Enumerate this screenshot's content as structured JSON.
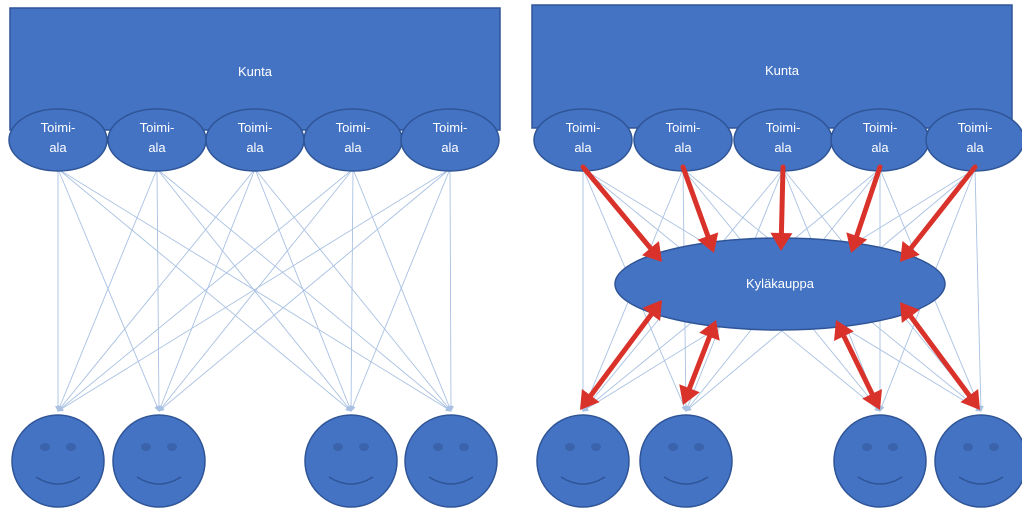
{
  "panels": [
    {
      "id": "left",
      "header": "Kunta",
      "departments": [
        {
          "line1": "Toimi-",
          "line2": "ala"
        },
        {
          "line1": "Toimi-",
          "line2": "ala"
        },
        {
          "line1": "Toimi-",
          "line2": "ala"
        },
        {
          "line1": "Toimi-",
          "line2": "ala"
        },
        {
          "line1": "Toimi-",
          "line2": "ala"
        }
      ],
      "residents": 4,
      "hub": null
    },
    {
      "id": "right",
      "header": "Kunta",
      "departments": [
        {
          "line1": "Toimi-",
          "line2": "ala"
        },
        {
          "line1": "Toimi-",
          "line2": "ala"
        },
        {
          "line1": "Toimi-",
          "line2": "ala"
        },
        {
          "line1": "Toimi-",
          "line2": "ala"
        },
        {
          "line1": "Toimi-",
          "line2": "ala"
        }
      ],
      "residents": 4,
      "hub": "Kyläkauppa"
    }
  ],
  "colors": {
    "shape_fill": "#4473c4",
    "shape_stroke": "#2f5597",
    "thin_line": "#a9c1e2",
    "arrow": "#d9322b"
  }
}
